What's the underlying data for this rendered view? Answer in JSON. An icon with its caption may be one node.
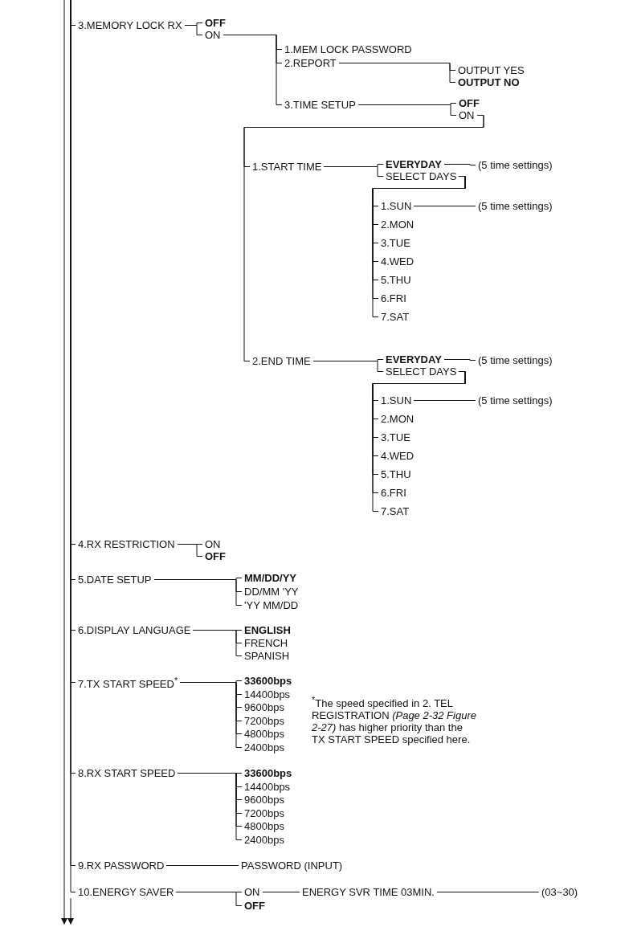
{
  "diagram": {
    "nodes": [
      {
        "text": [
          "3.MEMORY LOCK RX"
        ]
      },
      {
        "text": [
          "OFF"
        ]
      },
      {
        "text": [
          "ON"
        ]
      },
      {
        "text": [
          "1.MEM LOCK PASSWORD"
        ]
      },
      {
        "text": [
          "2.REPORT"
        ]
      },
      {
        "text": [
          "OUTPUT YES"
        ]
      },
      {
        "text": [
          "OUTPUT NO"
        ]
      },
      {
        "text": [
          "3.TIME SETUP"
        ]
      },
      {
        "text": [
          "OFF"
        ]
      },
      {
        "text": [
          "ON"
        ]
      },
      {
        "text": [
          "1.START TIME"
        ]
      },
      {
        "text": [
          "EVERYDAY"
        ]
      },
      {
        "text": [
          "(5 time settings)"
        ]
      },
      {
        "text": [
          "SELECT DAYS"
        ]
      },
      {
        "text": [
          "1.SUN"
        ]
      },
      {
        "text": [
          "(5 time settings)"
        ]
      },
      {
        "text": [
          "2.MON"
        ]
      },
      {
        "text": [
          "3.TUE"
        ]
      },
      {
        "text": [
          "4.WED"
        ]
      },
      {
        "text": [
          "5.THU"
        ]
      },
      {
        "text": [
          "6.FRI"
        ]
      },
      {
        "text": [
          "7.SAT"
        ]
      },
      {
        "text": [
          "2.END TIME"
        ]
      },
      {
        "text": [
          "EVERYDAY"
        ]
      },
      {
        "text": [
          "(5 time settings)"
        ]
      },
      {
        "text": [
          "SELECT DAYS"
        ]
      },
      {
        "text": [
          "1.SUN"
        ]
      },
      {
        "text": [
          "(5 time settings)"
        ]
      },
      {
        "text": [
          "2.MON"
        ]
      },
      {
        "text": [
          "3.TUE"
        ]
      },
      {
        "text": [
          "4.WED"
        ]
      },
      {
        "text": [
          "5.THU"
        ]
      },
      {
        "text": [
          "6.FRI"
        ]
      },
      {
        "text": [
          "7.SAT"
        ]
      },
      {
        "text": [
          "4.RX RESTRICTION"
        ]
      },
      {
        "text": [
          "ON"
        ]
      },
      {
        "text": [
          "OFF"
        ]
      },
      {
        "text": [
          "5.DATE SETUP"
        ]
      },
      {
        "text": [
          "MM/DD/YY"
        ]
      },
      {
        "text": [
          "DD/MM 'YY"
        ]
      },
      {
        "text": [
          "'YY MM/DD"
        ]
      },
      {
        "text": [
          "6.DISPLAY LANGUAGE"
        ]
      },
      {
        "text": [
          "ENGLISH"
        ]
      },
      {
        "text": [
          "FRENCH"
        ]
      },
      {
        "text": [
          "SPANISH"
        ]
      },
      {
        "text": [
          "7.TX START SPEED$^{*}$"
        ]
      },
      {
        "text": [
          "33600bps"
        ]
      },
      {
        "text": [
          "14400bps"
        ]
      },
      {
        "text": [
          "9600bps"
        ]
      },
      {
        "text": [
          "7200bps"
        ]
      },
      {
        "text": [
          "4800bps"
        ]
      },
      {
        "text": [
          "2400bps"
        ]
      },
      {
        "text": [
          "8.RX START SPEED"
        ]
      },
      {
        "text": [
          "33600bps"
        ]
      },
      {
        "text": [
          "14400bps"
        ]
      },
      {
        "text": [
          "9600bps"
        ]
      },
      {
        "text": [
          "7200bps"
        ]
      },
      {
        "text": [
          "4800bps"
        ]
      },
      {
        "text": [
          "2400bps"
        ]
      },
      {
        "text": [
          "9.RX PASSWORD"
        ]
      },
      {
        "text": [
          "PASSWORD (INPUT)"
        ]
      },
      {
        "text": [
          "10.ENERGY SAVER"
        ]
      },
      {
        "text": [
          "ON"
        ]
      },
      {
        "text": [
          "OFF"
        ]
      },
      {
        "text": [
          "ENERGY SVR TIME 03MIN."
        ]
      },
      {
        "text": [
          "(03~30)"
        ]
      }
    ],
    "edges": [
      {
        "from": null,
        "to": 0,
        "arrow": "none"
      },
      {
        "from": 0,
        "to": 1,
        "arrow": "none"
      },
      {
        "from": 0,
        "to": 2,
        "arrow": "none"
      },
      {
        "from": 2,
        "to": 3,
        "arrow": "none"
      },
      {
        "from": 2,
        "to": 4,
        "arrow": "none"
      },
      {
        "from": 2,
        "to": 7,
        "arrow": "none"
      },
      {
        "from": 4,
        "to": 5,
        "arrow": "none"
      },
      {
        "from": 4,
        "to": 6,
        "arrow": "none"
      },
      {
        "from": 7,
        "to": 8,
        "arrow": "none"
      },
      {
        "from": 7,
        "to": 9,
        "arrow": "none"
      },
      {
        "from": 9,
        "to": 10,
        "arrow": "none"
      },
      {
        "from": 9,
        "to": 22,
        "arrow": "none"
      },
      {
        "from": 10,
        "to": 11,
        "arrow": "none"
      },
      {
        "from": 10,
        "to": 13,
        "arrow": "none"
      },
      {
        "from": 11,
        "to": 12,
        "arrow": "none"
      },
      {
        "from": 13,
        "to": 14,
        "arrow": "none"
      },
      {
        "from": 13,
        "to": 16,
        "arrow": "none"
      },
      {
        "from": 13,
        "to": 17,
        "arrow": "none"
      },
      {
        "from": 13,
        "to": 18,
        "arrow": "none"
      },
      {
        "from": 13,
        "to": 19,
        "arrow": "none"
      },
      {
        "from": 13,
        "to": 20,
        "arrow": "none"
      },
      {
        "from": 13,
        "to": 21,
        "arrow": "none"
      },
      {
        "from": 14,
        "to": 15,
        "arrow": "none"
      },
      {
        "from": 22,
        "to": 23,
        "arrow": "none"
      },
      {
        "from": 22,
        "to": 25,
        "arrow": "none"
      },
      {
        "from": 23,
        "to": 24,
        "arrow": "none"
      },
      {
        "from": 25,
        "to": 26,
        "arrow": "none"
      },
      {
        "from": 25,
        "to": 28,
        "arrow": "none"
      },
      {
        "from": 25,
        "to": 29,
        "arrow": "none"
      },
      {
        "from": 25,
        "to": 30,
        "arrow": "none"
      },
      {
        "from": 25,
        "to": 31,
        "arrow": "none"
      },
      {
        "from": 25,
        "to": 32,
        "arrow": "none"
      },
      {
        "from": 25,
        "to": 33,
        "arrow": "none"
      },
      {
        "from": 26,
        "to": 27,
        "arrow": "none"
      },
      {
        "from": null,
        "to": 34,
        "arrow": "none"
      },
      {
        "from": 34,
        "to": 35,
        "arrow": "none"
      },
      {
        "from": 34,
        "to": 36,
        "arrow": "none"
      },
      {
        "from": null,
        "to": 37,
        "arrow": "none"
      },
      {
        "from": 37,
        "to": 38,
        "arrow": "none"
      },
      {
        "from": 37,
        "to": 39,
        "arrow": "none"
      },
      {
        "from": 37,
        "to": 40,
        "arrow": "none"
      },
      {
        "from": null,
        "to": 41,
        "arrow": "none"
      },
      {
        "from": 41,
        "to": 42,
        "arrow": "none"
      },
      {
        "from": 41,
        "to": 43,
        "arrow": "none"
      },
      {
        "from": 41,
        "to": 44,
        "arrow": "none"
      },
      {
        "from": null,
        "to": 45,
        "arrow": "none"
      },
      {
        "from": 45,
        "to": 46,
        "arrow": "none"
      },
      {
        "from": 45,
        "to": 47,
        "arrow": "none"
      },
      {
        "from": 45,
        "to": 48,
        "arrow": "none"
      },
      {
        "from": 45,
        "to": 49,
        "arrow": "none"
      },
      {
        "from": 45,
        "to": 50,
        "arrow": "none"
      },
      {
        "from": 45,
        "to": 51,
        "arrow": "none"
      },
      {
        "from": null,
        "to": 52,
        "arrow": "none"
      },
      {
        "from": 52,
        "to": 53,
        "arrow": "none"
      },
      {
        "from": 52,
        "to": 54,
        "arrow": "none"
      },
      {
        "from": 52,
        "to": 55,
        "arrow": "none"
      },
      {
        "from": 52,
        "to": 56,
        "arrow": "none"
      },
      {
        "from": 52,
        "to": 57,
        "arrow": "none"
      },
      {
        "from": 52,
        "to": 58,
        "arrow": "none"
      },
      {
        "from": null,
        "to": 59,
        "arrow": "none"
      },
      {
        "from": 59,
        "to": 60,
        "arrow": "none"
      },
      {
        "from": null,
        "to": 61,
        "arrow": "none"
      },
      {
        "from": 61,
        "to": 62,
        "arrow": "none"
      },
      {
        "from": 61,
        "to": 63,
        "arrow": "none"
      },
      {
        "from": 62,
        "to": 64,
        "arrow": "none"
      },
      {
        "from": 64,
        "to": 65,
        "arrow": "none"
      }
    ],
    "labels": [
      "$^{*}$The speed specified in 2. TEL REGISTRATION *(Page 2-32 Figure 2-27)* has higher priority than the TX START SPEED specified here."
    ]
  }
}
